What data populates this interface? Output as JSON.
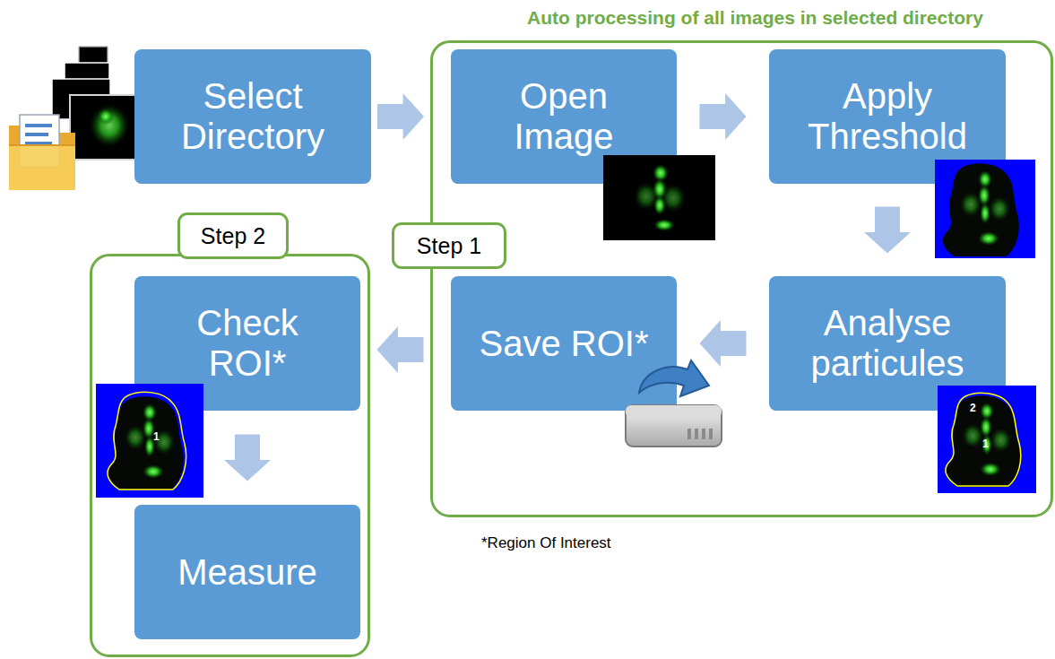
{
  "diagram": {
    "nodes": [
      {
        "text": [
          "Select Directory"
        ]
      },
      {
        "text": [
          "Auto processing of all images in selected directory",
          "Step 1"
        ]
      },
      {
        "text": [
          "Open Image"
        ],
        "in": 1
      },
      {
        "text": [
          "Apply Threshold"
        ],
        "in": 1
      },
      {
        "text": [
          "Save ROI*"
        ],
        "in": 1
      },
      {
        "text": [
          "Analyse particules"
        ],
        "in": 1
      },
      {
        "text": [
          "Step 2"
        ]
      },
      {
        "text": [
          "Check ROI*"
        ],
        "in": 6
      },
      {
        "text": [
          "Measure"
        ],
        "in": 6
      }
    ],
    "edges": [
      {
        "from": 0,
        "to": 1,
        "arrow": "to"
      },
      {
        "from": 2,
        "to": 3,
        "arrow": "to"
      },
      {
        "from": 3,
        "to": 5,
        "arrow": "to"
      },
      {
        "from": 5,
        "to": 4,
        "arrow": "to"
      },
      {
        "from": 1,
        "to": 6,
        "arrow": "to"
      },
      {
        "from": 7,
        "to": 8,
        "arrow": "to"
      }
    ],
    "labels": [
      "2",
      "1",
      "1",
      "*Region Of Interest"
    ]
  }
}
